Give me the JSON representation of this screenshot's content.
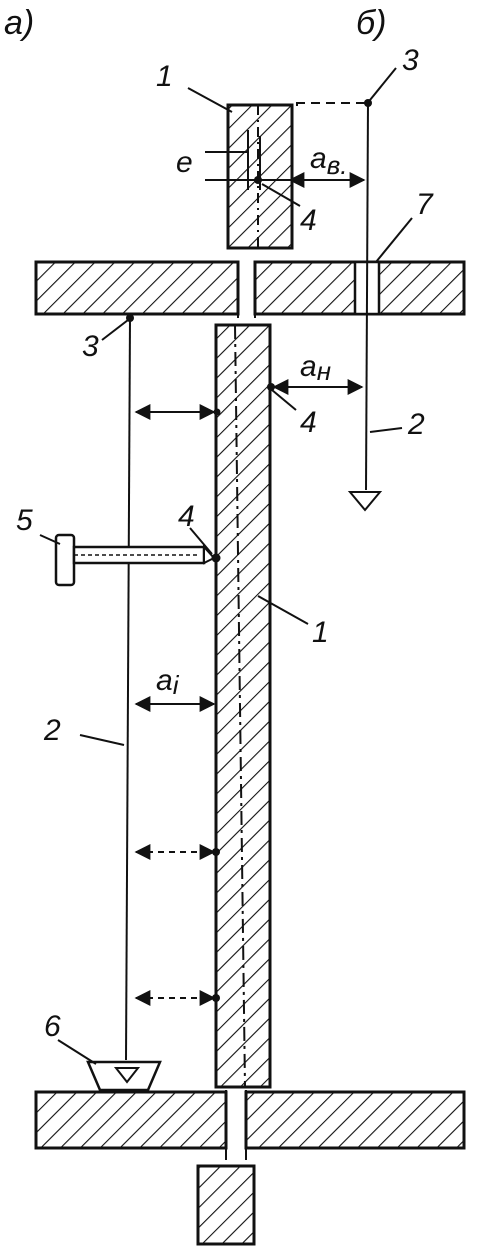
{
  "panels": {
    "a": "а)",
    "b": "б)"
  },
  "labels": {
    "e": "e",
    "a_v": "a",
    "a_v_sub": "в.",
    "a_n": "a",
    "a_n_sub": "н",
    "a_i": "a",
    "a_i_sub": "i"
  },
  "numbers": {
    "column_top": "1",
    "column_mid": "1",
    "plumb_line_left": "2",
    "plumb_line_right": "2",
    "anchor_left": "3",
    "anchor_right": "3",
    "mark_top": "4",
    "mark_right": "4",
    "mark_left": "4",
    "ruler": "5",
    "damper": "6",
    "floor_hole": "7"
  }
}
